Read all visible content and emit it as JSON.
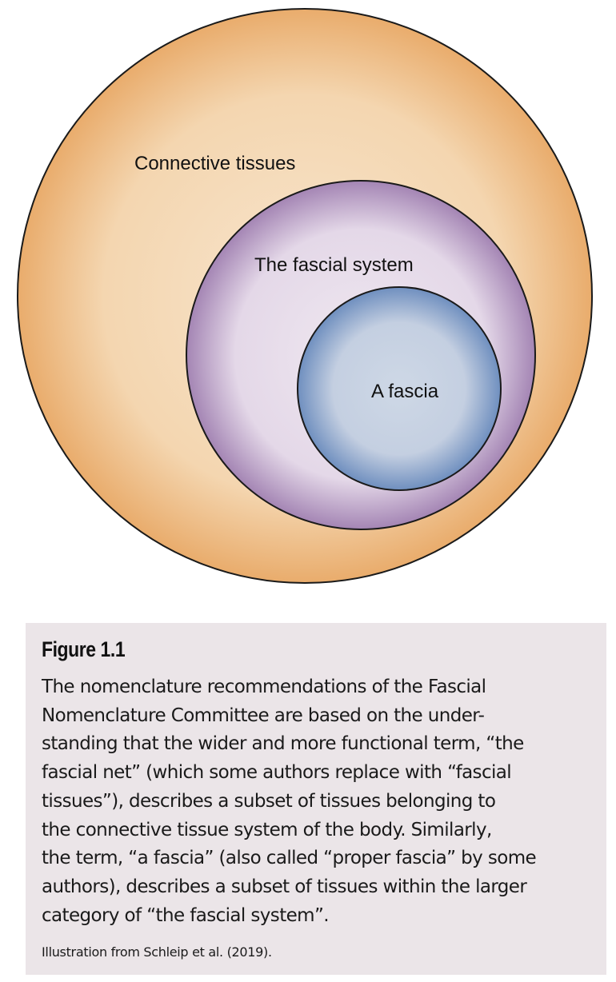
{
  "diagram": {
    "outer_label": "Connective tissues",
    "middle_label": "The fascial system",
    "inner_label": "A fascia",
    "colors": {
      "outer_edge": "#e9ac6c",
      "outer_center": "#f7e4cc",
      "middle_edge": "#a485b4",
      "middle_center": "#efe8f0",
      "inner_edge": "#6f8fbf",
      "inner_center": "#ced8e6",
      "stroke": "#1a1a1a"
    }
  },
  "caption": {
    "title": "Figure 1.1",
    "lines": [
      "The nomenclature recommendations of the Fascial",
      "Nomenclature Committee are based on the under-",
      "standing that the wider and more functional term, “the",
      "fascial net” (which some authors replace with “fascial",
      "tissues”), describes a subset of tissues belonging to",
      "the connective tissue system of the body. Similarly,",
      "the term, “a fascia” (also called “proper fascia” by some",
      "authors), describes a subset of tissues within the larger",
      "category of “the fascial system”."
    ],
    "credit": "Illustration from Schleip et al. (2019).",
    "background": "#ebe5e8"
  }
}
